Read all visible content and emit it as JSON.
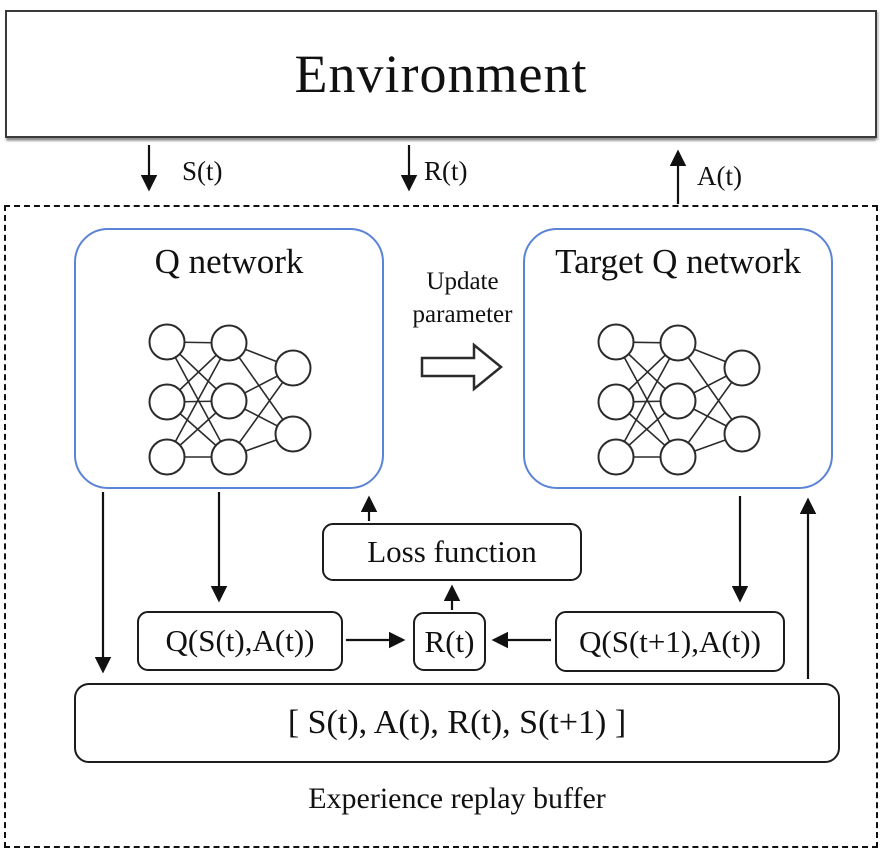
{
  "environment": {
    "title": "Environment"
  },
  "signals": {
    "state": "S(t)",
    "reward": "R(t)",
    "action": "A(t)"
  },
  "agent": {
    "q_network": {
      "title": "Q network"
    },
    "target_q_network": {
      "title": "Target Q network"
    },
    "update_parameter": {
      "label": "Update parameter"
    },
    "loss_function": {
      "label": "Loss function"
    },
    "q_value": {
      "label": "Q(S(t),A(t))"
    },
    "reward": {
      "label": "R(t)"
    },
    "q_next": {
      "label": "Q(S(t+1),A(t))"
    },
    "transition": {
      "label": "[ S(t), A(t), R(t), S(t+1) ]"
    },
    "replay_buffer": {
      "caption": "Experience replay buffer"
    }
  },
  "colors": {
    "network_box_border": "#5b83d6",
    "line_color": "#111111"
  }
}
